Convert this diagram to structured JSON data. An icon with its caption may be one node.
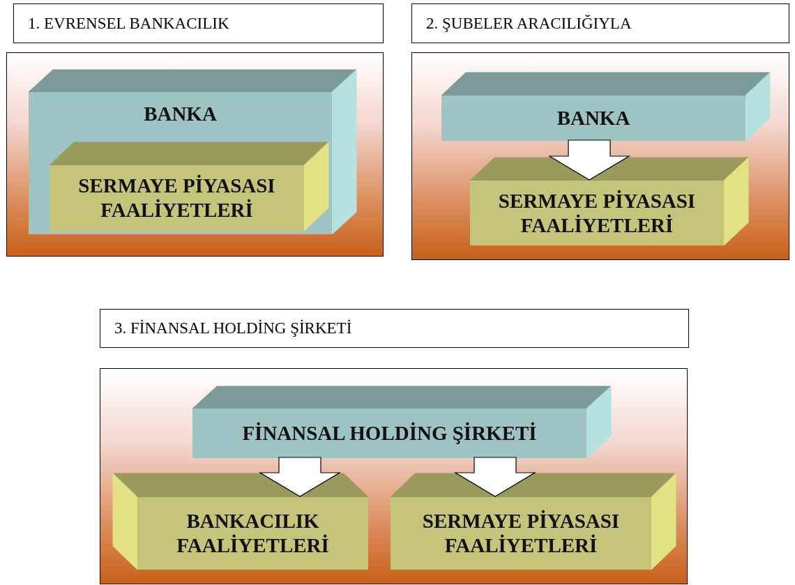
{
  "diagram": {
    "nodes": [
      {
        "text": [
          "1. EVRENSEL BANKACILIK"
        ]
      },
      {
        "text": [],
        "shape": "box"
      },
      {
        "text": [
          "BANKA"
        ],
        "in": 1
      },
      {
        "text": [
          "SERMAYE PİYASASI FAALİYETLERİ"
        ],
        "in": 2
      },
      {
        "text": [
          "2. ŞUBELER ARACILIĞIYLA"
        ]
      },
      {
        "text": [],
        "shape": "box"
      },
      {
        "text": [
          "BANKA"
        ],
        "in": 5
      },
      {
        "text": [
          "SERMAYE PİYASASI FAALİYETLERİ"
        ],
        "in": 5
      },
      {
        "text": [
          "3. FİNANSAL HOLDİNG ŞİRKETİ"
        ]
      },
      {
        "text": [],
        "shape": "box"
      },
      {
        "text": [
          "FİNANSAL HOLDİNG ŞİRKETİ"
        ],
        "in": 9
      },
      {
        "text": [
          "BANKACILIK FAALİYETLERİ"
        ],
        "in": 9
      },
      {
        "text": [
          "SERMAYE PİYASASI FAALİYETLERİ"
        ],
        "in": 9
      }
    ],
    "edges": [
      {
        "from": 6,
        "to": 7,
        "arrow": "to"
      },
      {
        "from": 10,
        "to": 11,
        "arrow": "to"
      },
      {
        "from": 10,
        "to": 12,
        "arrow": "to"
      }
    ]
  }
}
